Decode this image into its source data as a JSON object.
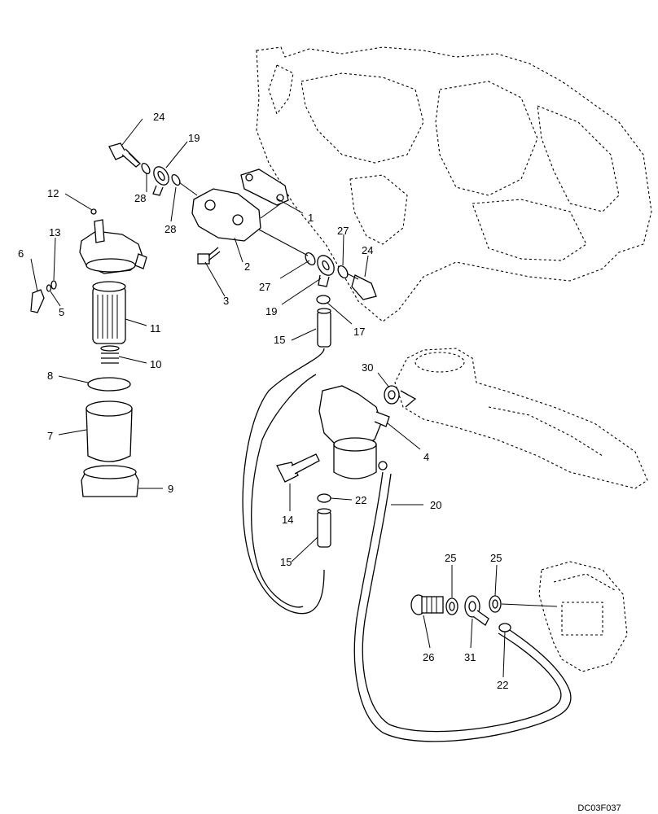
{
  "drawing_code": "DC03F037",
  "callouts": {
    "c1": "1",
    "c2": "2",
    "c3": "3",
    "c4": "4",
    "c5": "5",
    "c6": "6",
    "c7": "7",
    "c8": "8",
    "c9": "9",
    "c10": "10",
    "c11": "11",
    "c12": "12",
    "c13": "13",
    "c14": "14",
    "c15a": "15",
    "c15b": "15",
    "c17": "17",
    "c19a": "19",
    "c19b": "19",
    "c20": "20",
    "c22a": "22",
    "c22b": "22",
    "c24a": "24",
    "c24b": "24",
    "c25a": "25",
    "c25b": "25",
    "c26": "26",
    "c27a": "27",
    "c27b": "27",
    "c28a": "28",
    "c28b": "28",
    "c30": "30",
    "c31": "31"
  }
}
